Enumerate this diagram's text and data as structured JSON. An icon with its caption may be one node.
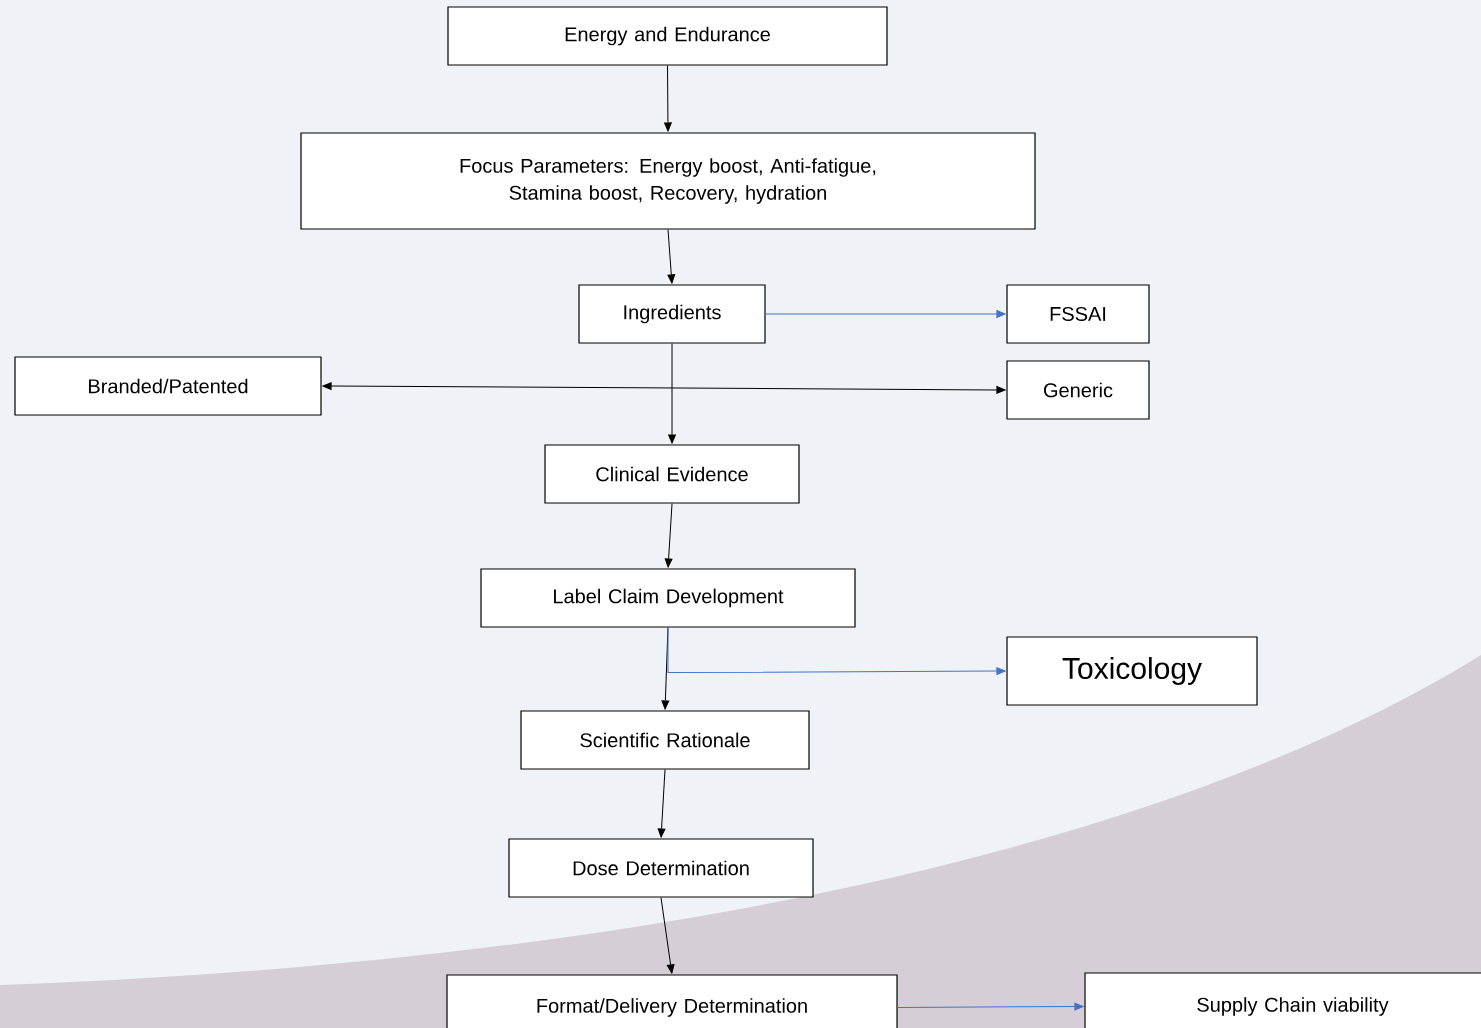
{
  "diagram": {
    "nodes": [
      {
        "text": [
          "Energy and Endurance"
        ]
      },
      {
        "text": [
          "Focus Parameters: Energy boost, Anti-fatigue, Stamina boost, Recovery, hydration"
        ]
      },
      {
        "text": [
          "Ingredients"
        ]
      },
      {
        "text": [
          "FSSAI"
        ]
      },
      {
        "text": [
          "Branded/Patented"
        ]
      },
      {
        "text": [
          "Generic"
        ]
      },
      {
        "text": [
          "Clinical Evidence"
        ]
      },
      {
        "text": [
          "Label Claim Development"
        ]
      },
      {
        "text": [
          "Toxicology"
        ]
      },
      {
        "text": [
          "Scientific Rationale"
        ]
      },
      {
        "text": [
          "Dose Determination"
        ]
      },
      {
        "text": [
          "Format/Delivery Determination"
        ]
      },
      {
        "text": [
          "Supply Chain viability"
        ]
      }
    ],
    "edges": [
      {
        "from": 0,
        "to": 1,
        "arrow": "to"
      },
      {
        "from": 1,
        "to": 2,
        "arrow": "to"
      },
      {
        "from": 2,
        "to": 3,
        "arrow": "to",
        "color": "#4472c4"
      },
      {
        "from": 2,
        "to": 6,
        "arrow": "to"
      },
      {
        "from": 4,
        "to": 5,
        "arrow": "both"
      },
      {
        "from": 6,
        "to": 7,
        "arrow": "to"
      },
      {
        "from": 7,
        "to": 9,
        "arrow": "to"
      },
      {
        "from": 7,
        "to": 8,
        "arrow": "to",
        "color": "#4472c4"
      },
      {
        "from": 9,
        "to": 10,
        "arrow": "to"
      },
      {
        "from": 10,
        "to": 11,
        "arrow": "to"
      },
      {
        "from": 11,
        "to": 12,
        "arrow": "to",
        "color": "#4472c4"
      }
    ]
  }
}
